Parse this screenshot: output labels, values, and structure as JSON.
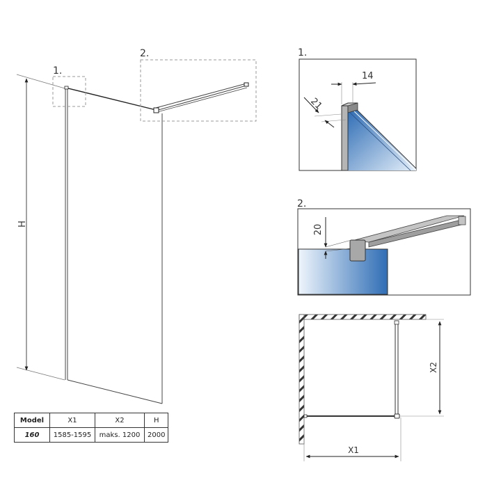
{
  "main_view": {
    "callout_1": "1.",
    "callout_2": "2.",
    "height_label": "H"
  },
  "detail_1": {
    "label": "1.",
    "dim_width": "14",
    "dim_depth": "21"
  },
  "detail_2": {
    "label": "2.",
    "dim_offset": "20"
  },
  "plan_view": {
    "dim_x1": "X1",
    "dim_x2": "X2"
  },
  "spec_table": {
    "headers": [
      "Model",
      "X1",
      "X2",
      "H"
    ],
    "rows": [
      [
        "160",
        "1585-1595",
        "maks. 1200",
        "2000"
      ]
    ]
  },
  "colors": {
    "line": "#333333",
    "glass_blue_dark": "#2f6db5",
    "glass_blue_light": "#e6f0fa",
    "profile_grey": "#b5b5b5",
    "dashed_box": "#9a9a9a"
  }
}
